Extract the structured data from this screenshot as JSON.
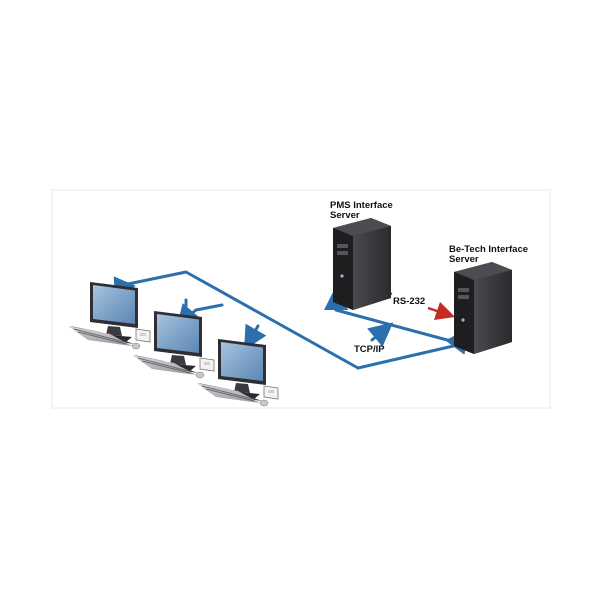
{
  "labels": {
    "pms_server_line1": "PMS Interface",
    "pms_server_line2": "Server",
    "betech_server_line1": "Be-Tech Interface",
    "betech_server_line2": "Server",
    "serial_link": "RS-232",
    "network_link": "TCP/IP"
  },
  "colors": {
    "network_line": "#2c6fad",
    "serial_arrow": "#c62a24",
    "tower": "#2b2b2e",
    "monitor_screen": "#7fa4c9"
  },
  "nodes": {
    "servers": [
      "pms-interface-server",
      "betech-interface-server"
    ],
    "workstations": [
      "workstation-1",
      "workstation-2",
      "workstation-3"
    ]
  }
}
